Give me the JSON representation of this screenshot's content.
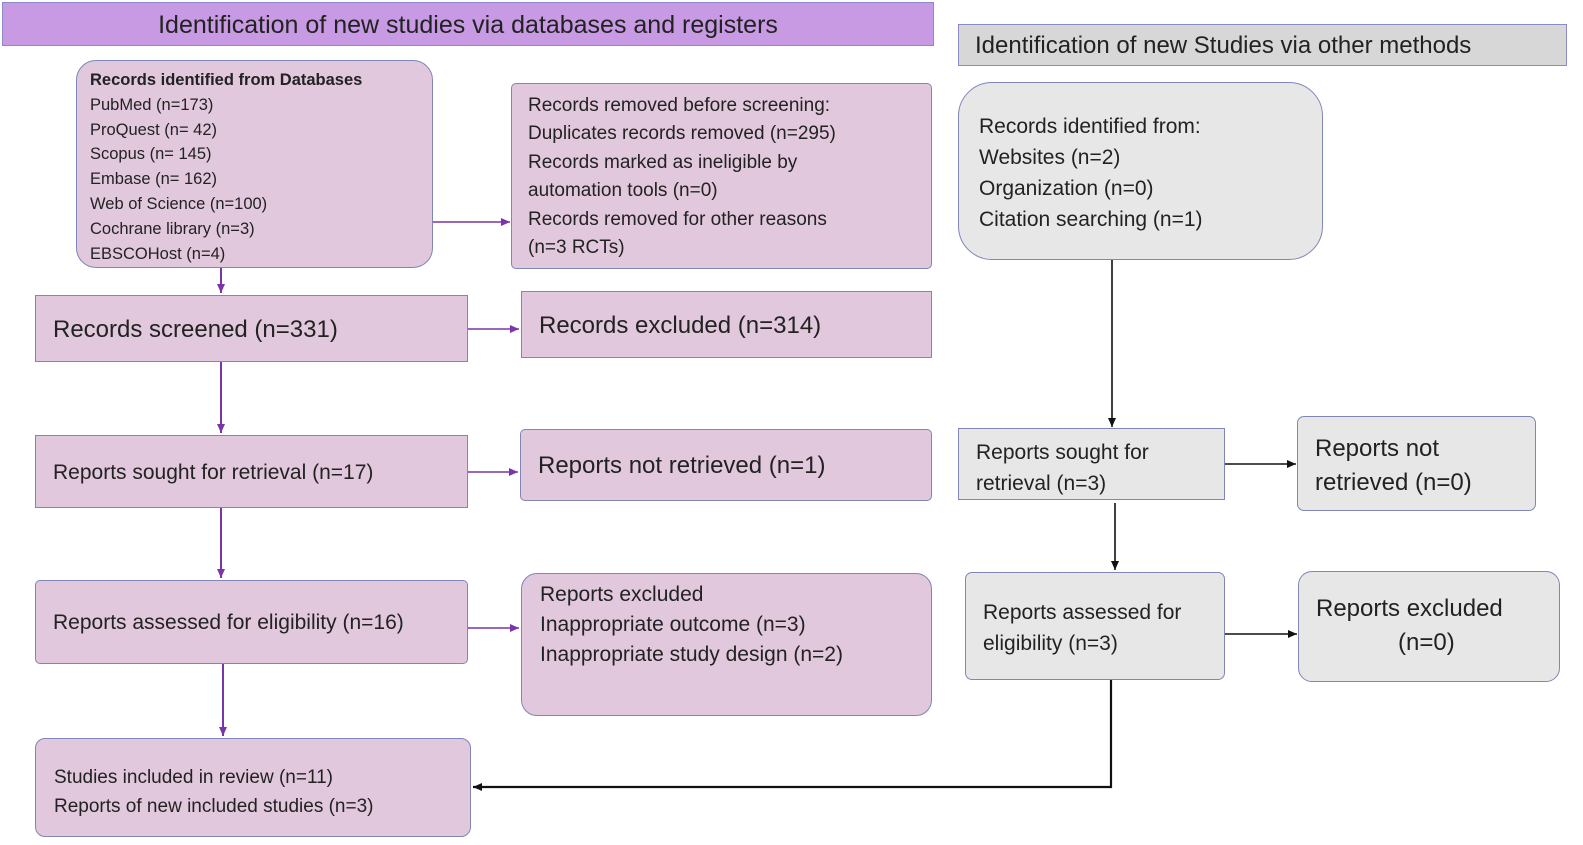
{
  "colors": {
    "header_left_bg": "#c79ae3",
    "header_right_bg": "#d7d7d7",
    "database_box_bg": "#e2c8dc",
    "other_box_bg": "#e7e7e7",
    "database_arrow": "#7a35a8",
    "other_arrow": "#111111",
    "box_border": "#7f86b8"
  },
  "headers": {
    "databases": "Identification of new studies via databases and registers",
    "other": "Identification of new Studies via other methods"
  },
  "databases": {
    "identified": {
      "title": "Records identified from Databases",
      "lines": [
        "PubMed (n=173)",
        "ProQuest (n= 42)",
        "Scopus (n= 145)",
        "Embase (n= 162)",
        "Web of Science (n=100)",
        "Cochrane library (n=3)",
        "EBSCOHost (n=4)"
      ]
    },
    "removed": {
      "lines": [
        "Records removed before screening:",
        "Duplicates records removed (n=295)",
        "Records marked as ineligible by",
        "automation tools (n=0)",
        "Records removed for other reasons",
        "(n=3 RCTs)"
      ]
    },
    "screened": "Records screened (n=331)",
    "excluded": "Records excluded (n=314)",
    "sought": "Reports sought for retrieval (n=17)",
    "not_retrieved": "Reports not retrieved  (n=1)",
    "assessed": "Reports assessed for eligibility (n=16)",
    "reports_excluded": {
      "lines": [
        "Reports excluded",
        "Inappropriate outcome  (n=3)",
        "Inappropriate study design (n=2)"
      ]
    },
    "included": {
      "lines": [
        "Studies included in review (n=11)",
        "Reports of new included studies (n=3)"
      ]
    }
  },
  "other": {
    "identified": {
      "lines": [
        "Records identified from:",
        "Websites (n=2)",
        "Organization (n=0)",
        "Citation searching (n=1)"
      ]
    },
    "sought": {
      "lines": [
        "Reports sought for",
        "retrieval (n=3)"
      ]
    },
    "not_retrieved": {
      "lines": [
        "Reports not",
        "retrieved  (n=0)"
      ]
    },
    "assessed": {
      "lines": [
        "Reports assessed  for",
        "eligibility (n=3)"
      ]
    },
    "excluded": {
      "lines": [
        "Reports excluded",
        "(n=0)"
      ]
    }
  }
}
